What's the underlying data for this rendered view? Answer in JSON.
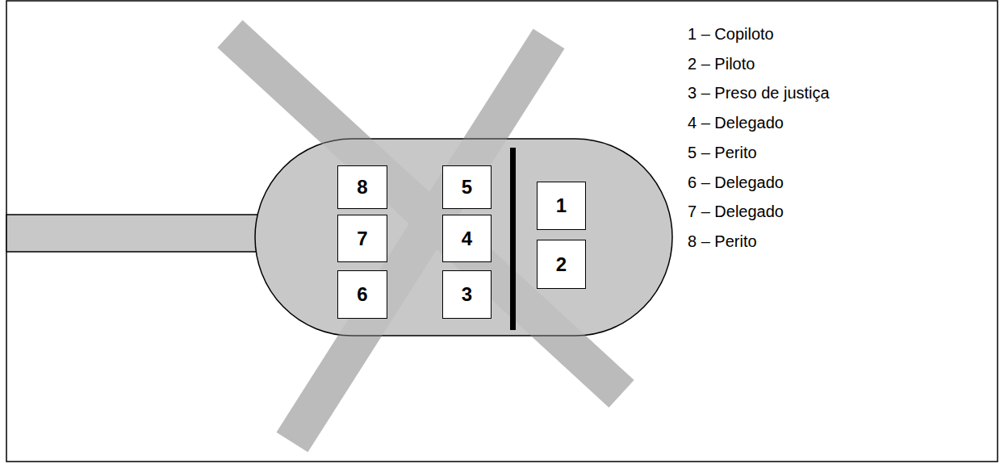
{
  "diagram": {
    "nodes": [
      {
        "text": [
          "8"
        ]
      },
      {
        "text": [
          "5"
        ]
      },
      {
        "text": [
          "1"
        ]
      },
      {
        "text": [
          "7"
        ]
      },
      {
        "text": [
          "4"
        ]
      },
      {
        "text": [
          "2"
        ]
      },
      {
        "text": [
          "6"
        ]
      },
      {
        "text": [
          "3"
        ]
      }
    ],
    "labels": [
      "1 – Copiloto",
      "2 – Piloto",
      "3 – Preso de justiça",
      "4 – Delegado",
      "5 – Perito",
      "6 – Delegado",
      "7 – Delegado",
      "8 – Perito"
    ]
  }
}
